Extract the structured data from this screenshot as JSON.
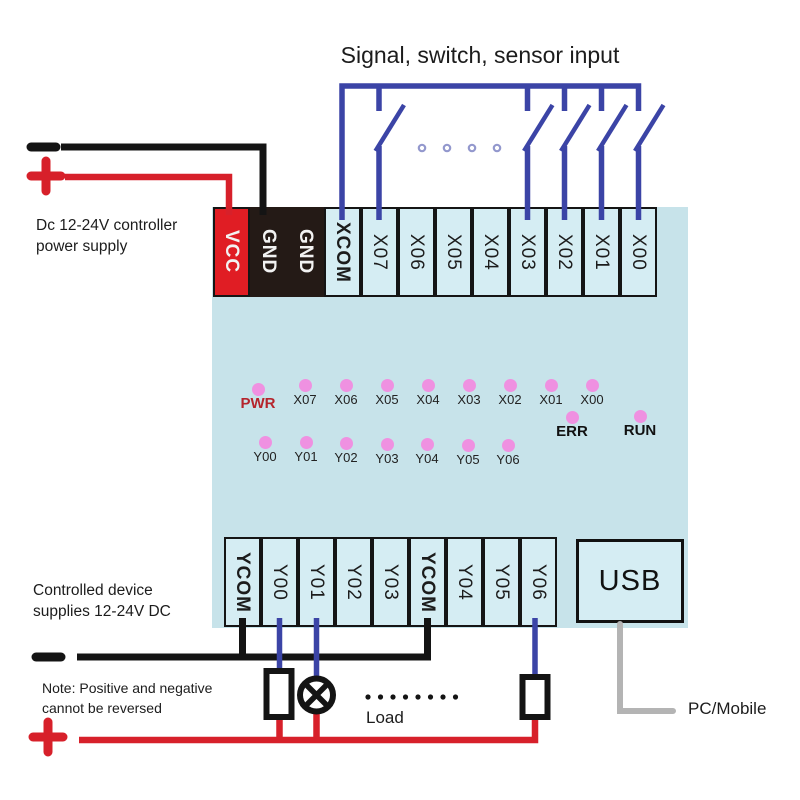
{
  "title": "Signal, switch, sensor input",
  "labels": {
    "power_supply": "Dc 12-24V controller\npower supply",
    "controlled_device": "Controlled device\nsupplies 12-24V DC",
    "note": "Note: Positive and negative\ncannot be reversed",
    "load": "Load",
    "pc_mobile": "PC/Mobile"
  },
  "board": {
    "usb_label": "USB",
    "terminals_top": [
      "VCC",
      "GND",
      "GND",
      "XCOM",
      "X07",
      "X06",
      "X05",
      "X04",
      "X03",
      "X02",
      "X01",
      "X00"
    ],
    "terminals_bottom": [
      "YCOM",
      "Y00",
      "Y01",
      "Y02",
      "Y03",
      "YCOM",
      "Y04",
      "Y05",
      "Y06"
    ],
    "leds": {
      "pwr": "PWR",
      "x_row": [
        "X07",
        "X06",
        "X05",
        "X04",
        "X03",
        "X02",
        "X01",
        "X00"
      ],
      "err": "ERR",
      "run": "RUN",
      "y_row": [
        "Y00",
        "Y01",
        "Y02",
        "Y03",
        "Y04",
        "Y05",
        "Y06"
      ]
    }
  },
  "colors": {
    "board_blue": "#c7e3ea",
    "terminal_blue": "#d5edf3",
    "wire_blue": "#3b44a6",
    "wire_red": "#d7202a",
    "wire_black": "#141414",
    "block_black": "#241a16",
    "block_red": "#e01d24",
    "led_pink": "#ef91e1",
    "pwr_text_red": "#b5242c",
    "cable_gray": "#b4b4b4"
  }
}
